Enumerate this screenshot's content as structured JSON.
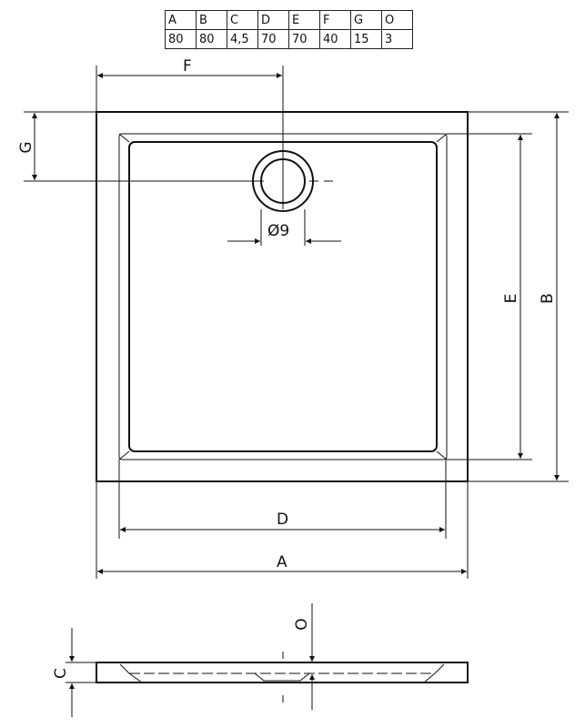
{
  "table": {
    "headers": [
      "A",
      "B",
      "C",
      "D",
      "E",
      "F",
      "G",
      "O"
    ],
    "values": [
      "80",
      "80",
      "4,5",
      "70",
      "70",
      "40",
      "15",
      "3"
    ]
  },
  "labels": {
    "A": "A",
    "B": "B",
    "C": "C",
    "D": "D",
    "E": "E",
    "F": "F",
    "G": "G",
    "O": "O",
    "drain": "Ø9"
  }
}
